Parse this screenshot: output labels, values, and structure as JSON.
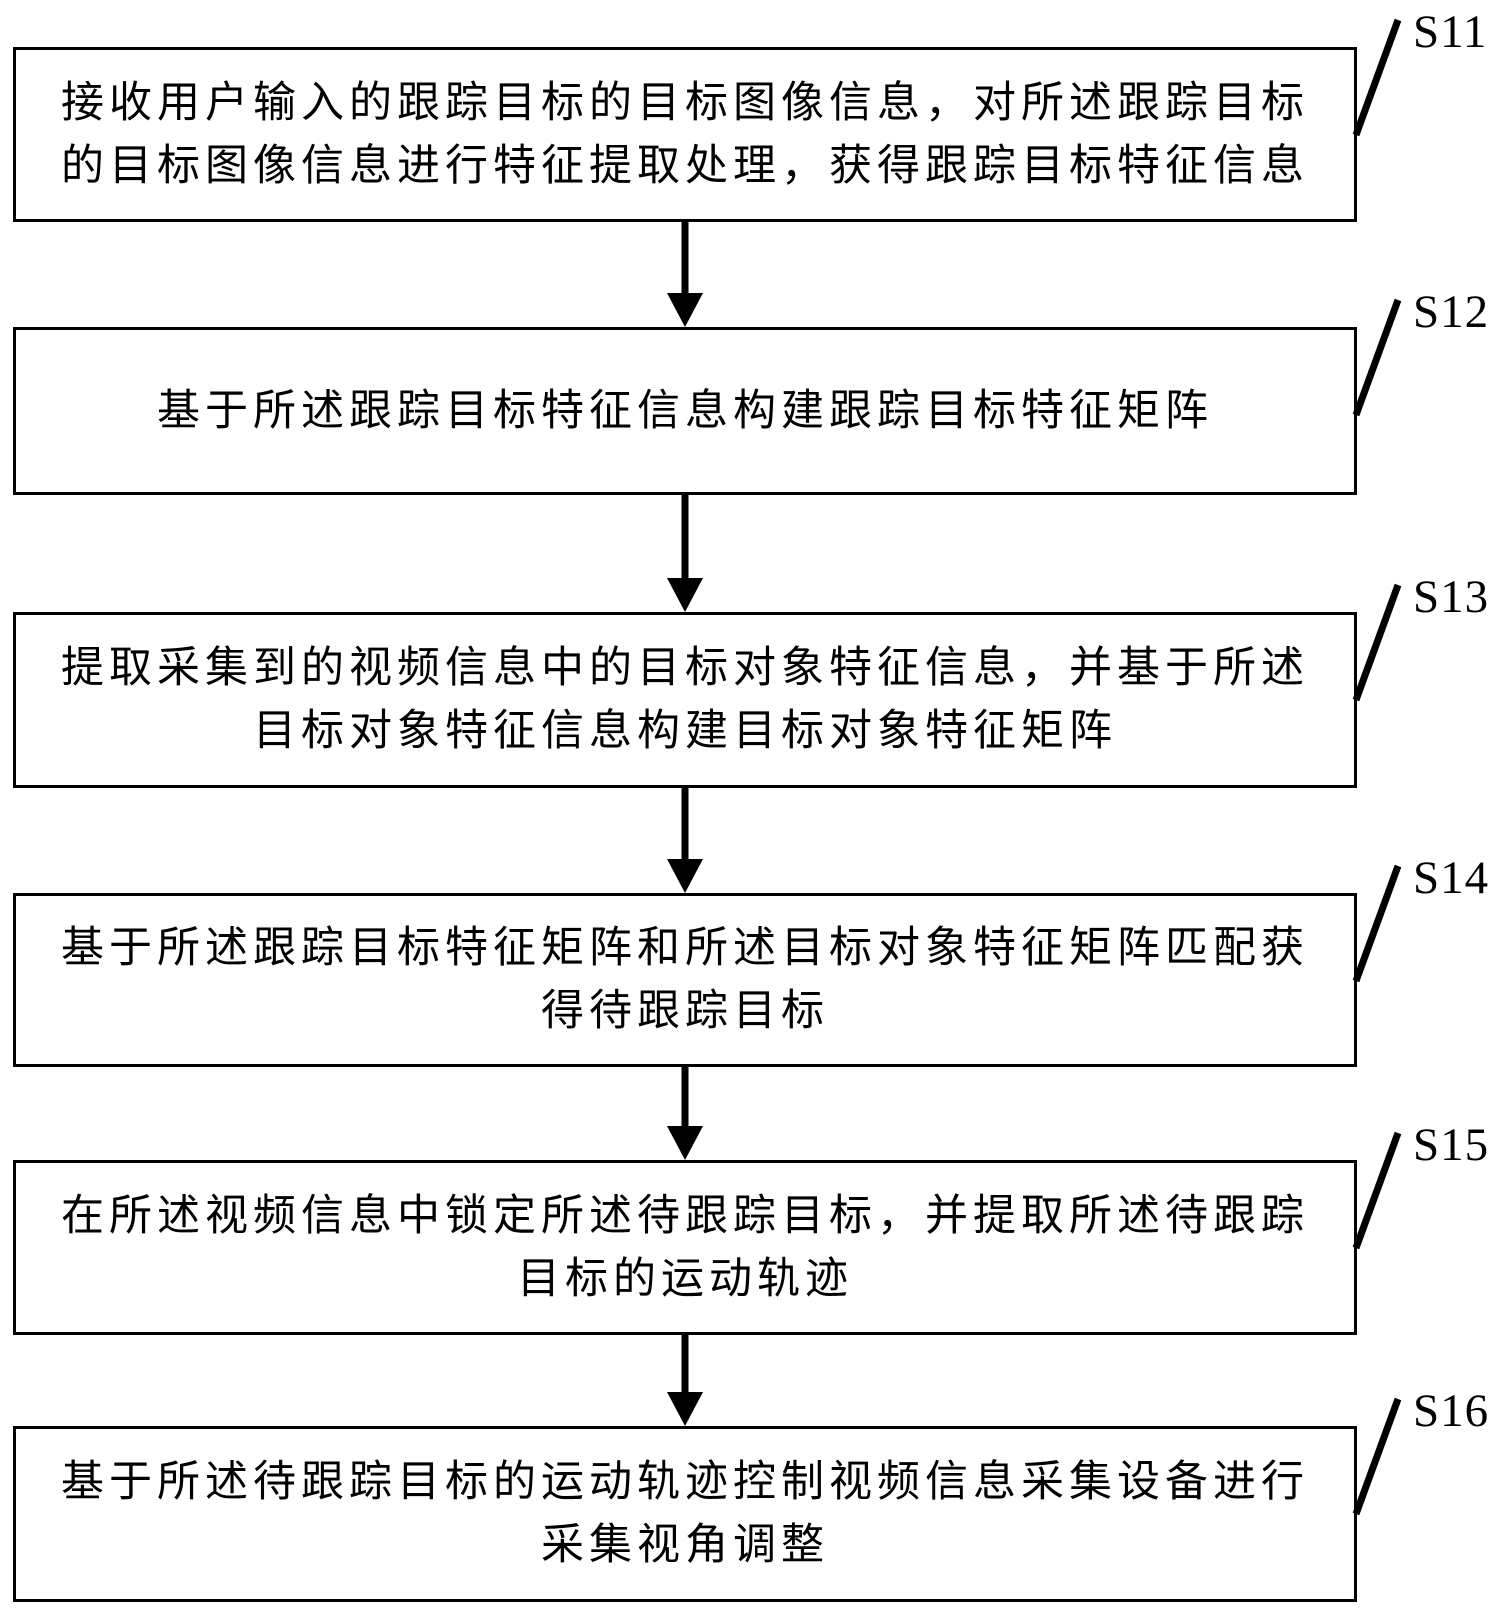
{
  "page": {
    "background_color": "#ffffff",
    "ink_color": "#000000",
    "figure_type": "flowchart"
  },
  "steps": [
    {
      "label": "S11",
      "lines": [
        "接收用户输入的跟踪目标的目标图像信息，对所述跟踪目标",
        "的目标图像信息进行特征提取处理，获得跟踪目标特征信息"
      ]
    },
    {
      "label": "S12",
      "lines": [
        "基于所述跟踪目标特征信息构建跟踪目标特征矩阵"
      ]
    },
    {
      "label": "S13",
      "lines": [
        "提取采集到的视频信息中的目标对象特征信息，并基于所述",
        "目标对象特征信息构建目标对象特征矩阵"
      ]
    },
    {
      "label": "S14",
      "lines": [
        "基于所述跟踪目标特征矩阵和所述目标对象特征矩阵匹配获",
        "得待跟踪目标"
      ]
    },
    {
      "label": "S15",
      "lines": [
        "在所述视频信息中锁定所述待跟踪目标，并提取所述待跟踪",
        "目标的运动轨迹"
      ]
    },
    {
      "label": "S16",
      "lines": [
        "基于所述待跟踪目标的运动轨迹控制视频信息采集设备进行",
        "采集视角调整"
      ]
    }
  ]
}
